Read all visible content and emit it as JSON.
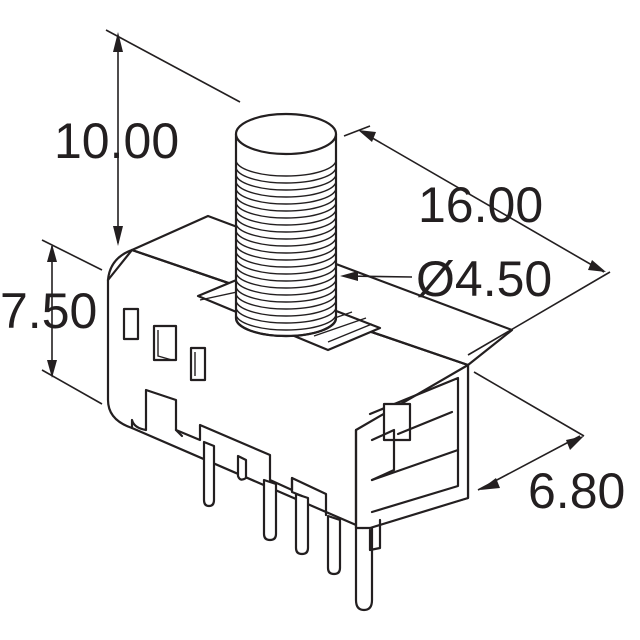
{
  "dimensions": {
    "height_total": "10.00",
    "length": "16.00",
    "shaft_diameter": "Ø4.50",
    "body_height": "7.50",
    "width": "6.80"
  },
  "colors": {
    "ink": "#231f20",
    "background": "#ffffff"
  }
}
